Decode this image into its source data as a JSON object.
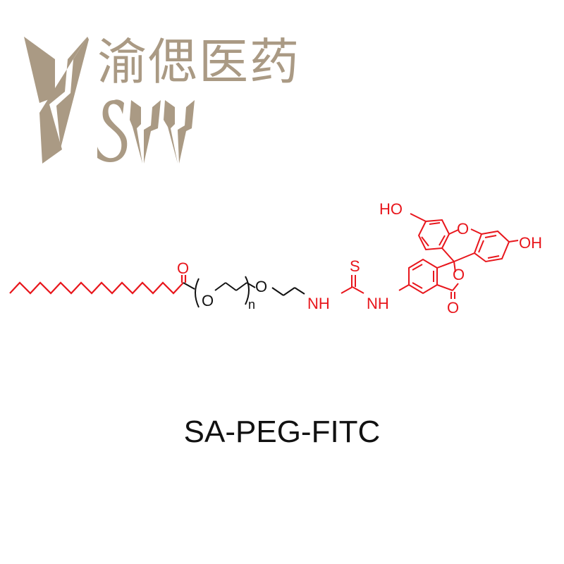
{
  "logo": {
    "company_name_cn": "渝偲医药",
    "monogram": "SVV",
    "color": "#aa9a84"
  },
  "structure": {
    "colors": {
      "red": "#e8161c",
      "black": "#111111"
    },
    "labels": {
      "ester_o": "O",
      "peg_o": "O",
      "peg_o2": "O",
      "repeat_n": "n",
      "nh1": "NH",
      "nh2": "NH",
      "thio_s": "S",
      "ho_left": "HO",
      "xanthene_o": "O",
      "oh_right": "OH",
      "lactone_o": "O",
      "lactone_carbonyl_o": "O"
    },
    "segments": [
      "stearic acid (SA) chain",
      "PEG repeat unit",
      "thiourea linker",
      "fluorescein (FITC)"
    ]
  },
  "caption": {
    "text": "SA-PEG-FITC"
  }
}
